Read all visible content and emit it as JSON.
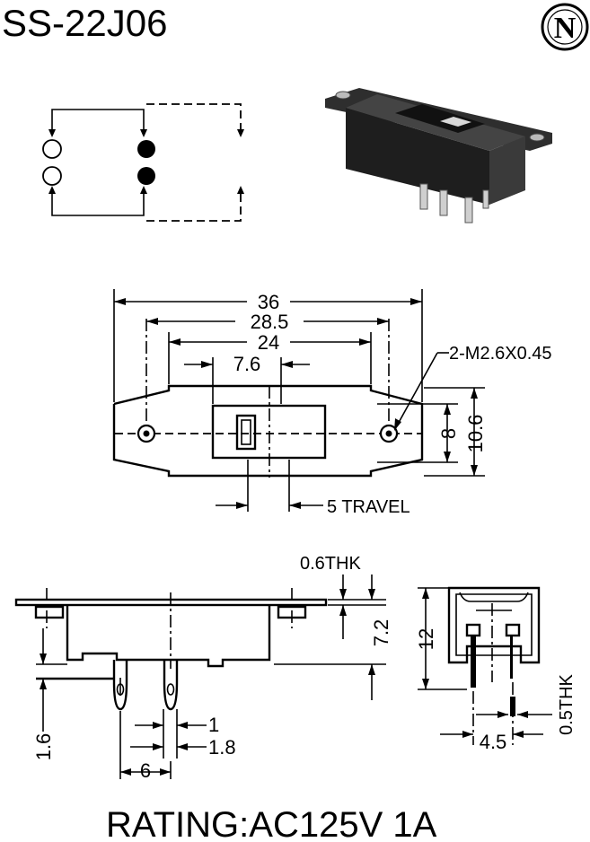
{
  "header": {
    "model": "SS-22J06",
    "logo_letter": "N"
  },
  "top_view": {
    "dim_overall": "36",
    "dim_mount_holes": "28.5",
    "dim_body": "24",
    "dim_actuator": "7.6",
    "hole_note": "2-M2.6X0.45",
    "dim_height_outer": "10.6",
    "dim_height_inner": "8",
    "travel_note": "5 TRAVEL"
  },
  "side_view": {
    "dim_thickness": "0.6THK",
    "dim_height": "7.2",
    "dim_pin_offset": "1.6",
    "dim_pin_width": "1",
    "dim_pin_spacing_small": "1.8",
    "dim_pin_spacing": "6"
  },
  "end_view": {
    "dim_height": "12",
    "dim_pin_pitch": "4.5",
    "dim_pin_thickness": "0.5THK"
  },
  "footer": {
    "rating": "RATING:AC125V 1A"
  }
}
